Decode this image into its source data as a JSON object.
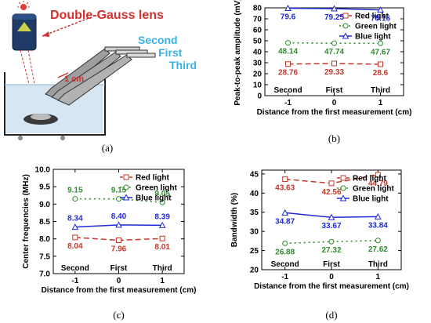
{
  "illustration": {
    "lens_label": "Double-Gauss lens",
    "second_label": "Second",
    "first_label": "First",
    "third_label": "Third",
    "distance_label": "1 cm",
    "panel_letter": "(a)"
  },
  "colors": {
    "red": "#c0392b",
    "green": "#2e8b2e",
    "blue": "#1f2ad6",
    "label_blue": "#3ab0e8"
  },
  "chart_data": [
    {
      "id": "b",
      "type": "line",
      "panel_letter": "(b)",
      "xlabel": "Distance from the first measurement (cm)",
      "ylabel": "Peak-to-peak amplitude (mV)",
      "x": [
        -1,
        0,
        1
      ],
      "xticks": [
        "-1",
        "0",
        "1"
      ],
      "position_labels": [
        "Second",
        "First",
        "Third"
      ],
      "xlim": [
        -1.5,
        1.5
      ],
      "ylim": [
        0,
        80
      ],
      "yticks": [
        0,
        10,
        20,
        30,
        40,
        50,
        60,
        70,
        80
      ],
      "ytick_labels": [
        "0",
        "10",
        "20",
        "30",
        "40",
        "50",
        "60",
        "70",
        "80"
      ],
      "legend_position": "top-right",
      "series": [
        {
          "name": "Red light",
          "color_key": "red",
          "marker": "square",
          "line": "dashed",
          "values": [
            28.76,
            29.33,
            28.6
          ],
          "labels": [
            "28.76",
            "29.33",
            "28.6"
          ]
        },
        {
          "name": "Green light",
          "color_key": "green",
          "marker": "circle",
          "line": "dotted",
          "values": [
            48.14,
            47.74,
            47.67
          ],
          "labels": [
            "48.14",
            "47.74",
            "47.67"
          ]
        },
        {
          "name": "Blue light",
          "color_key": "blue",
          "marker": "triangle",
          "line": "solid",
          "values": [
            79.6,
            79.25,
            78.16
          ],
          "labels": [
            "79.6",
            "79.25",
            "78.16"
          ]
        }
      ]
    },
    {
      "id": "c",
      "type": "line",
      "panel_letter": "(c)",
      "xlabel": "Distance from the first measurement (cm)",
      "ylabel": "Center frequencies (MHz)",
      "x": [
        -1,
        0,
        1
      ],
      "xticks": [
        "-1",
        "0",
        "1"
      ],
      "position_labels": [
        "Second",
        "First",
        "Third"
      ],
      "xlim": [
        -1.5,
        1.5
      ],
      "ylim": [
        7.0,
        10.0
      ],
      "yticks": [
        7.0,
        7.5,
        8.0,
        8.5,
        9.0,
        9.5,
        10.0
      ],
      "ytick_labels": [
        "7.0",
        "7.5",
        "8.0",
        "8.5",
        "9.0",
        "9.5",
        "10.0"
      ],
      "legend_position": "top-right",
      "series": [
        {
          "name": "Red light",
          "color_key": "red",
          "marker": "square",
          "line": "dashed",
          "values": [
            8.04,
            7.96,
            8.01
          ],
          "labels": [
            "8.04",
            "7.96",
            "8.01"
          ]
        },
        {
          "name": "Green light",
          "color_key": "green",
          "marker": "circle",
          "line": "dotted",
          "values": [
            9.15,
            9.15,
            9.05
          ],
          "labels": [
            "9.15",
            "9.15",
            "9.05"
          ]
        },
        {
          "name": "Blue light",
          "color_key": "blue",
          "marker": "triangle",
          "line": "solid",
          "values": [
            8.34,
            8.4,
            8.39
          ],
          "labels": [
            "8.34",
            "8.40",
            "8.39"
          ]
        }
      ]
    },
    {
      "id": "d",
      "type": "line",
      "panel_letter": "(d)",
      "xlabel": "Distance from the first measurement (cm)",
      "ylabel": "Bandwidth (%)",
      "x": [
        -1,
        0,
        1
      ],
      "xticks": [
        "-1",
        "0",
        "1"
      ],
      "position_labels": [
        "Second",
        "First",
        "Third"
      ],
      "xlim": [
        -1.5,
        1.5
      ],
      "ylim": [
        20,
        46
      ],
      "yticks": [
        20,
        25,
        30,
        35,
        40,
        45
      ],
      "ytick_labels": [
        "20",
        "25",
        "30",
        "35",
        "40",
        "45"
      ],
      "legend_position": "top-right",
      "series": [
        {
          "name": "Red light",
          "color_key": "red",
          "marker": "square",
          "line": "dashed",
          "values": [
            43.63,
            42.56,
            44.79
          ],
          "labels": [
            "43.63",
            "42.56",
            "44.79"
          ]
        },
        {
          "name": "Green light",
          "color_key": "green",
          "marker": "circle",
          "line": "dotted",
          "values": [
            26.88,
            27.32,
            27.62
          ],
          "labels": [
            "26.88",
            "27.32",
            "27.62"
          ]
        },
        {
          "name": "Blue light",
          "color_key": "blue",
          "marker": "triangle",
          "line": "solid",
          "values": [
            34.87,
            33.67,
            33.84
          ],
          "labels": [
            "34.87",
            "33.67",
            "33.84"
          ]
        }
      ]
    }
  ]
}
